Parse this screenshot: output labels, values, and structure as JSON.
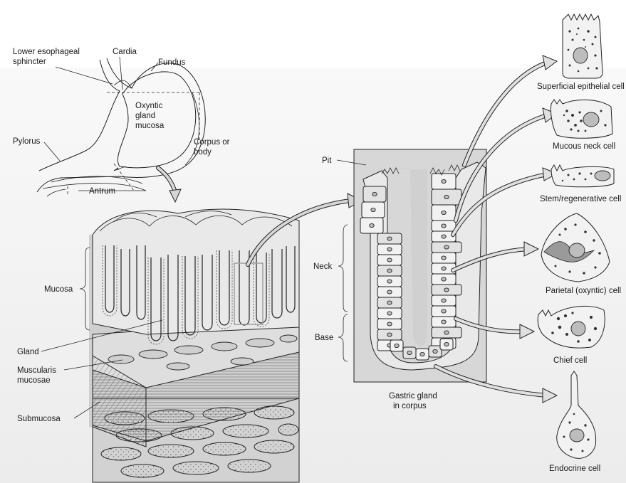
{
  "stomach": {
    "lower_esophageal_sphincter": [
      "Lower esophageal",
      "sphincter"
    ],
    "cardia": "Cardia",
    "fundus": "Fundus",
    "oxyntic_gland_mucosa": [
      "Oxyntic",
      "gland",
      "mucosa"
    ],
    "pylorus": "Pylorus",
    "corpus_or_body": [
      "Corpus or",
      "body"
    ],
    "antrum": "Antrum"
  },
  "wall_layers": {
    "mucosa": "Mucosa",
    "gland": "Gland",
    "muscularis_mucosae": [
      "Muscularis",
      "mucosae"
    ],
    "submucosa": "Submucosa"
  },
  "gastric_gland": {
    "pit": "Pit",
    "neck": "Neck",
    "base": "Base",
    "caption": [
      "Gastric gland",
      "in corpus"
    ]
  },
  "cell_types": [
    "Superficial epithelial cell",
    "Mucous neck cell",
    "Stem/regenerative cell",
    "Parietal (oxyntic) cell",
    "Chief cell",
    "Endocrine cell"
  ]
}
